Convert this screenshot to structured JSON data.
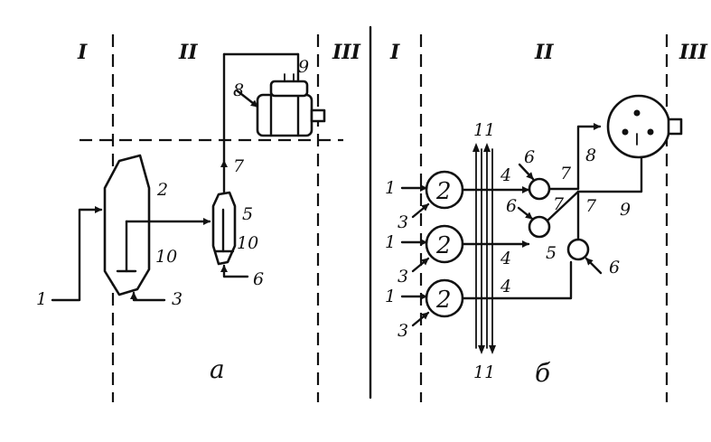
{
  "zones": {
    "z1": "I",
    "z2": "II",
    "z3": "III"
  },
  "panel_a": {
    "caption": "а",
    "labels": {
      "l1": "1",
      "l2": "2",
      "l3": "3",
      "l5": "5",
      "l6": "6",
      "l7": "7",
      "l8": "8",
      "l9": "9",
      "l10a": "10",
      "l10b": "10"
    }
  },
  "panel_b": {
    "caption": "б",
    "vessel_label": "2",
    "labels": {
      "in1a": "1",
      "in1b": "1",
      "in1c": "1",
      "s3a": "3",
      "s3b": "3",
      "s3c": "3",
      "p4a": "4",
      "p4b": "4",
      "p4c": "4",
      "p5": "5",
      "s6a": "6",
      "s6b": "6",
      "s6c": "6",
      "p7a": "7",
      "p7b": "7",
      "p7c": "7",
      "p8": "8",
      "p9": "9",
      "c11top": "11",
      "c11bot": "11"
    }
  }
}
